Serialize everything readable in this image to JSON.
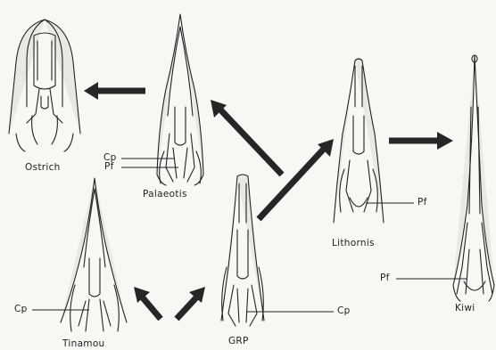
{
  "taxa": {
    "ostrich": "Ostrich",
    "palaeotis": "Palaeotis",
    "lithornis": "Lithornis",
    "kiwi": "Kiwi",
    "tinamou": "Tinamou",
    "grp": "GRP"
  },
  "bone_labels": {
    "cp": "Cp",
    "pf": "Pf"
  }
}
